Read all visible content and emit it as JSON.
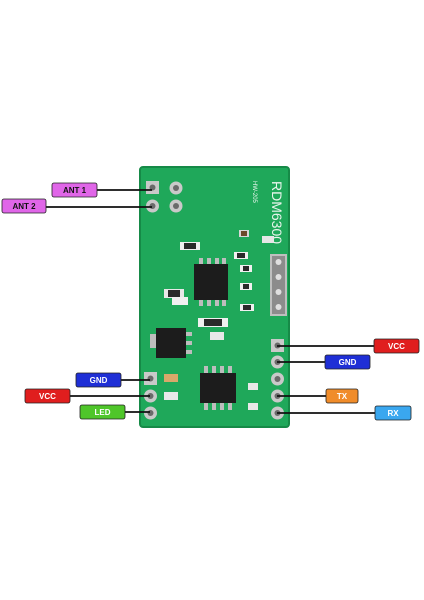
{
  "board": {
    "name": "RDM6300",
    "revision": "HW-205",
    "colors": {
      "pcb": "#1fa85a",
      "pcb_dark": "#168a47",
      "pad": "#c9c9c9",
      "chip": "#1c1c1c"
    }
  },
  "labels": {
    "ant1": {
      "text": "ANT 1",
      "color": "#e066e8"
    },
    "ant2": {
      "text": "ANT 2",
      "color": "#e066e8"
    },
    "gnd_left": {
      "text": "GND",
      "color": "#1f2fd6"
    },
    "vcc_left": {
      "text": "VCC",
      "color": "#e01e1e"
    },
    "led": {
      "text": "LED",
      "color": "#4fc62a"
    },
    "vcc_right": {
      "text": "VCC",
      "color": "#e01e1e"
    },
    "gnd_right": {
      "text": "GND",
      "color": "#1f2fd6"
    },
    "tx": {
      "text": "TX",
      "color": "#f08c2a"
    },
    "rx": {
      "text": "RX",
      "color": "#3aa7ef"
    }
  }
}
